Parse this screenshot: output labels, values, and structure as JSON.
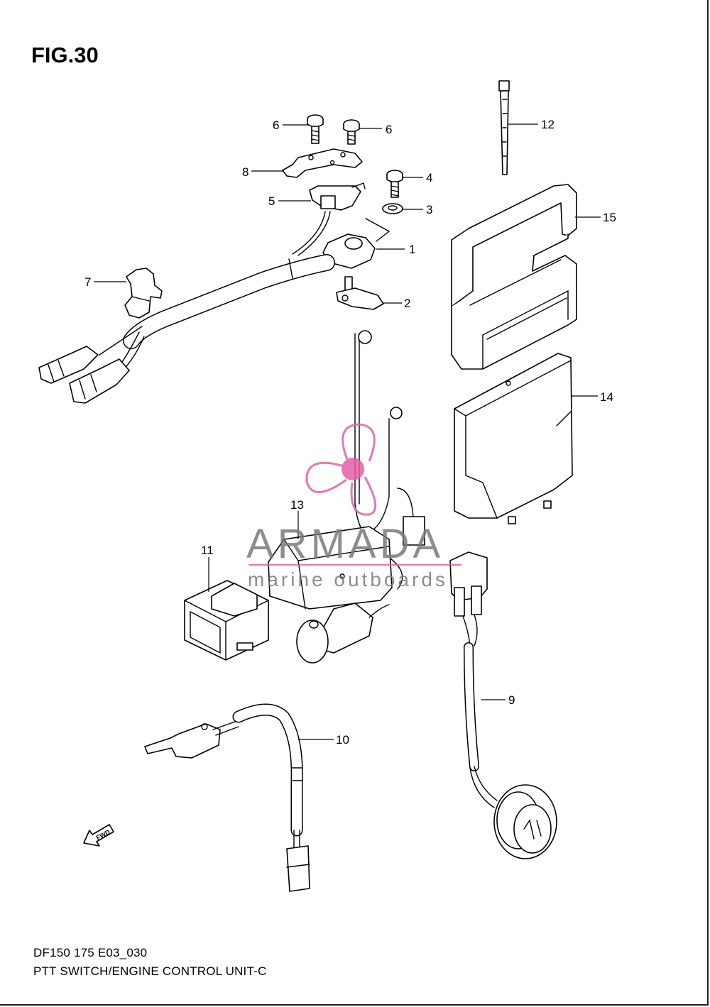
{
  "figure": {
    "title": "FIG.30",
    "footer_code": "DF150 175 E03_030",
    "footer_caption": "PTT SWITCH/ENGINE CONTROL UNIT-C"
  },
  "callouts": [
    "1",
    "2",
    "3",
    "4",
    "5",
    "6",
    "6",
    "7",
    "8",
    "9",
    "10",
    "11",
    "12",
    "13",
    "14",
    "15"
  ],
  "watermark": {
    "brand": "ARMADA",
    "tagline": "marine outboards",
    "accent_color": "#e35fa5"
  },
  "direction_marker": {
    "label": "FWD",
    "icon": "fwd-arrow-icon"
  }
}
